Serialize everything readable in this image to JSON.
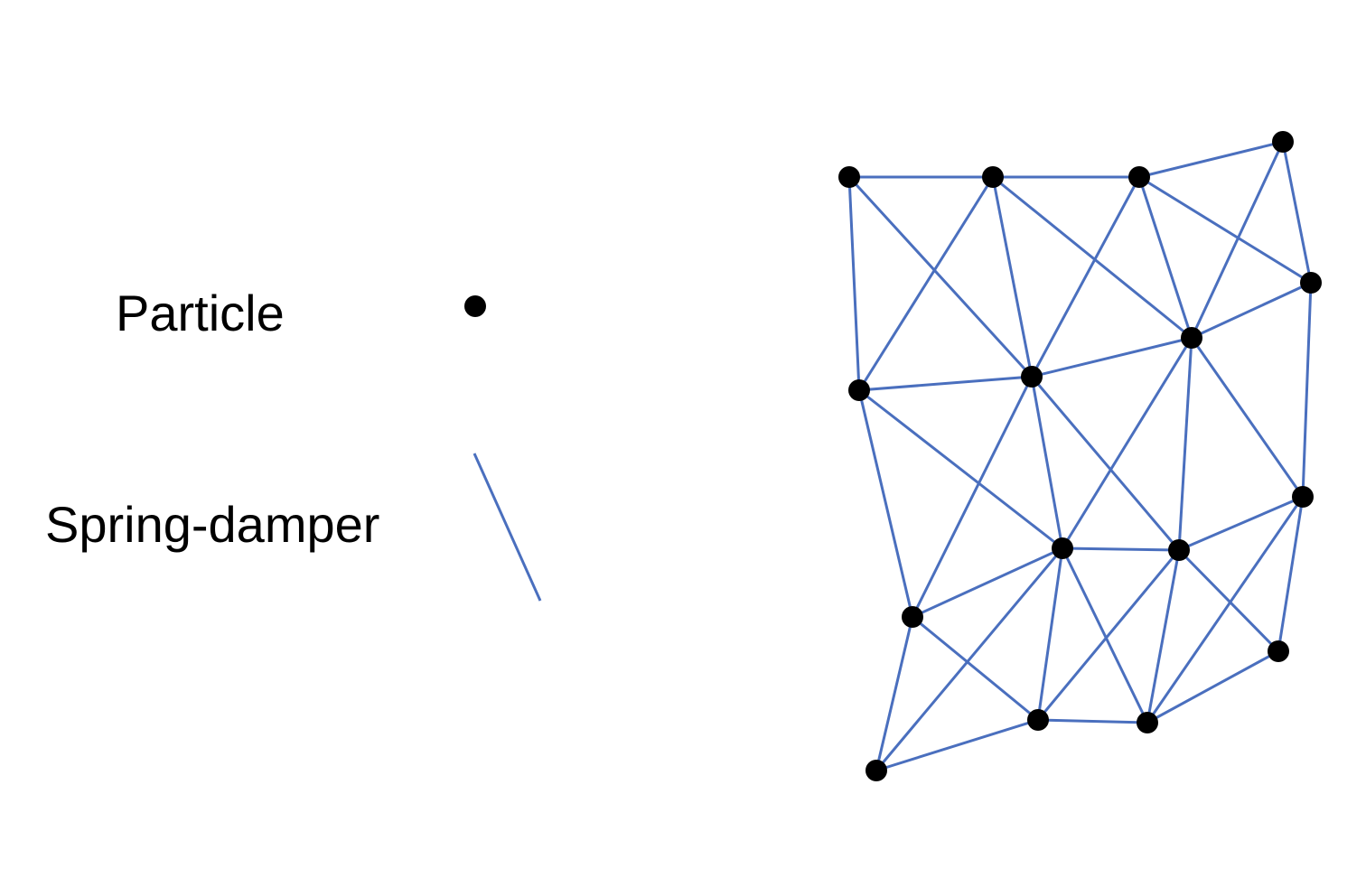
{
  "legend": {
    "particle_label": "Particle",
    "spring_label": "Spring-damper"
  },
  "colors": {
    "particle": "#000000",
    "spring": "#4a6fbe",
    "text": "#000000",
    "background": "#ffffff"
  },
  "mesh": {
    "particles": [
      {
        "id": "n1"
      },
      {
        "id": "n2"
      },
      {
        "id": "n3"
      },
      {
        "id": "n4"
      },
      {
        "id": "n5"
      },
      {
        "id": "n6"
      },
      {
        "id": "n7"
      },
      {
        "id": "n8"
      },
      {
        "id": "n9"
      },
      {
        "id": "n10"
      },
      {
        "id": "n11"
      },
      {
        "id": "n12"
      },
      {
        "id": "n13"
      },
      {
        "id": "n14"
      },
      {
        "id": "n15"
      },
      {
        "id": "n16"
      },
      {
        "id": "n17"
      }
    ],
    "springs": [
      [
        "n1",
        "n2"
      ],
      [
        "n2",
        "n3"
      ],
      [
        "n3",
        "n4"
      ],
      [
        "n1",
        "n5"
      ],
      [
        "n1",
        "n6"
      ],
      [
        "n2",
        "n5"
      ],
      [
        "n2",
        "n6"
      ],
      [
        "n3",
        "n6"
      ],
      [
        "n3",
        "n8"
      ],
      [
        "n3",
        "n7"
      ],
      [
        "n2",
        "n8"
      ],
      [
        "n4",
        "n8"
      ],
      [
        "n4",
        "n7"
      ],
      [
        "n7",
        "n8"
      ],
      [
        "n5",
        "n6"
      ],
      [
        "n6",
        "n8"
      ],
      [
        "n5",
        "n10"
      ],
      [
        "n5",
        "n12"
      ],
      [
        "n6",
        "n9"
      ],
      [
        "n6",
        "n10"
      ],
      [
        "n6",
        "n12"
      ],
      [
        "n8",
        "n9"
      ],
      [
        "n8",
        "n11"
      ],
      [
        "n8",
        "n10"
      ],
      [
        "n7",
        "n9"
      ],
      [
        "n7",
        "n11"
      ],
      [
        "n9",
        "n10"
      ],
      [
        "n9",
        "n11"
      ],
      [
        "n9",
        "n13"
      ],
      [
        "n9",
        "n14"
      ],
      [
        "n9",
        "n15"
      ],
      [
        "n10",
        "n12"
      ],
      [
        "n10",
        "n13"
      ],
      [
        "n10",
        "n14"
      ],
      [
        "n10",
        "n15"
      ],
      [
        "n11",
        "n14"
      ],
      [
        "n11",
        "n15"
      ],
      [
        "n12",
        "n13"
      ],
      [
        "n12",
        "n16"
      ],
      [
        "n13",
        "n14"
      ],
      [
        "n13",
        "n16"
      ],
      [
        "n14",
        "n15"
      ],
      [
        "n15",
        "n17"
      ],
      [
        "n9",
        "n17"
      ]
    ]
  }
}
